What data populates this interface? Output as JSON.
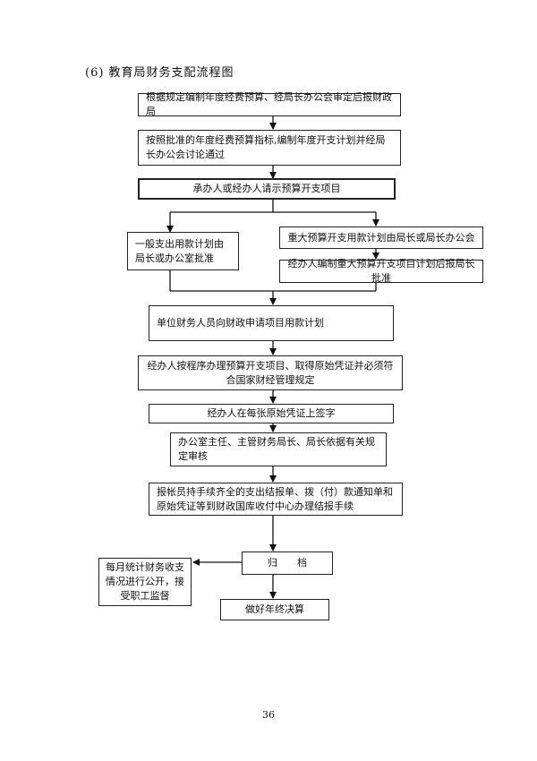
{
  "title": "(6) 教育局财务支配流程图",
  "nodes": {
    "n1": "根据规定编制年度经费预算、经局长办公会审定后报财政局",
    "n2": "按照批准的年度经费预算指标,编制年度开支计划并经局长办公会讨论通过",
    "n3": "承办人或经办人请示预算开支项目",
    "n4a": "一般支出用款计划由局长或办公室批准",
    "n4b": "重大预算开支用款计划由局长或局长办公会",
    "n4c": "经办人编制重大预算开支项目计划后报局长批准",
    "n5": "单位财务人员向财政申请项目用款计划",
    "n6": "经办人按程序办理预算开支项目、取得原始凭证并必须符合国家财经管理规定",
    "n7": "经办人在每张原始凭证上签字",
    "n8": "办公室主任、主管财务局长、局长依据有关规定审核",
    "n9": "报帐员持手续齐全的支出结报单、拨（付）款通知单和原始凭证等到财政国库收付中心办理结报手续",
    "n10": "归　　档",
    "n11": "每月统计财务收支情况进行公开，接受职工监督",
    "n12": "做好年终决算"
  },
  "page_number": "36"
}
